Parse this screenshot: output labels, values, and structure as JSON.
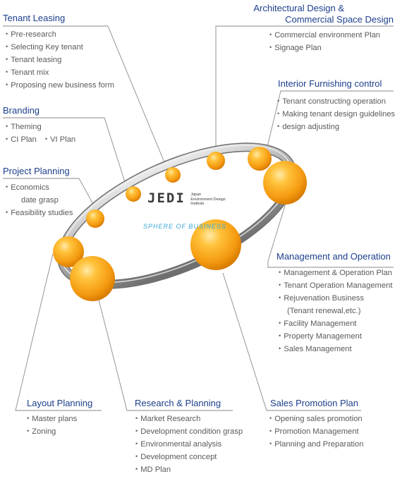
{
  "logo": {
    "mark": "JEDI",
    "org_lines": [
      "Japan",
      "Environment Design",
      "Institute"
    ],
    "caption": "SPHERE OF BUSINESS"
  },
  "sections": {
    "tenant_leasing": {
      "title": "Tenant Leasing",
      "items": [
        "・Pre-research",
        "・Selecting Key tenant",
        "・Tenant leasing",
        "・Tenant mix",
        "・Proposing new business form"
      ]
    },
    "branding": {
      "title": "Branding",
      "items": [
        "・Theming",
        "・CI Plan",
        "・VI Plan"
      ]
    },
    "project_planning": {
      "title": "Project Planning",
      "items": [
        "・Economics",
        "date grasp",
        "・Feasibility studies"
      ]
    },
    "architectural": {
      "title_line1": "Architectural Design &",
      "title_line2": "Commercial Space Design",
      "items": [
        "・Commercial environment Plan",
        "・Signage Plan"
      ]
    },
    "interior": {
      "title": "Interior Furnishing control",
      "items": [
        "・Tenant constructing operation",
        "・Making tenant design guidelines",
        "・design adjusting"
      ]
    },
    "management": {
      "title": "Management and Operation",
      "items": [
        "・Management & Operation Plan",
        "・Tenant Operation Management",
        "・Rejuvenation Business",
        "(Tenant renewal,etc.)",
        "・Facility Management",
        "・Property Management",
        "・Sales Management"
      ]
    },
    "layout": {
      "title": "Layout Planning",
      "items": [
        "・Master plans",
        "・Zoning"
      ]
    },
    "research": {
      "title": "Research & Planning",
      "items": [
        "・Market Research",
        "・Development condition grasp",
        "・Environmental analysis",
        "・Development concept",
        "・MD Plan"
      ]
    },
    "sales": {
      "title": "Sales Promotion Plan",
      "items": [
        "・Opening sales promotion",
        "・Promotion Management",
        "・Planning and Preparation"
      ]
    }
  },
  "colors": {
    "title_text": "#1d3f8c",
    "body_text": "#5a5a5a",
    "leader_line": "#8a8a8a",
    "sphere": "#f7a51c",
    "ring": "#9c9c9c",
    "caption": "#3aa7d6"
  }
}
